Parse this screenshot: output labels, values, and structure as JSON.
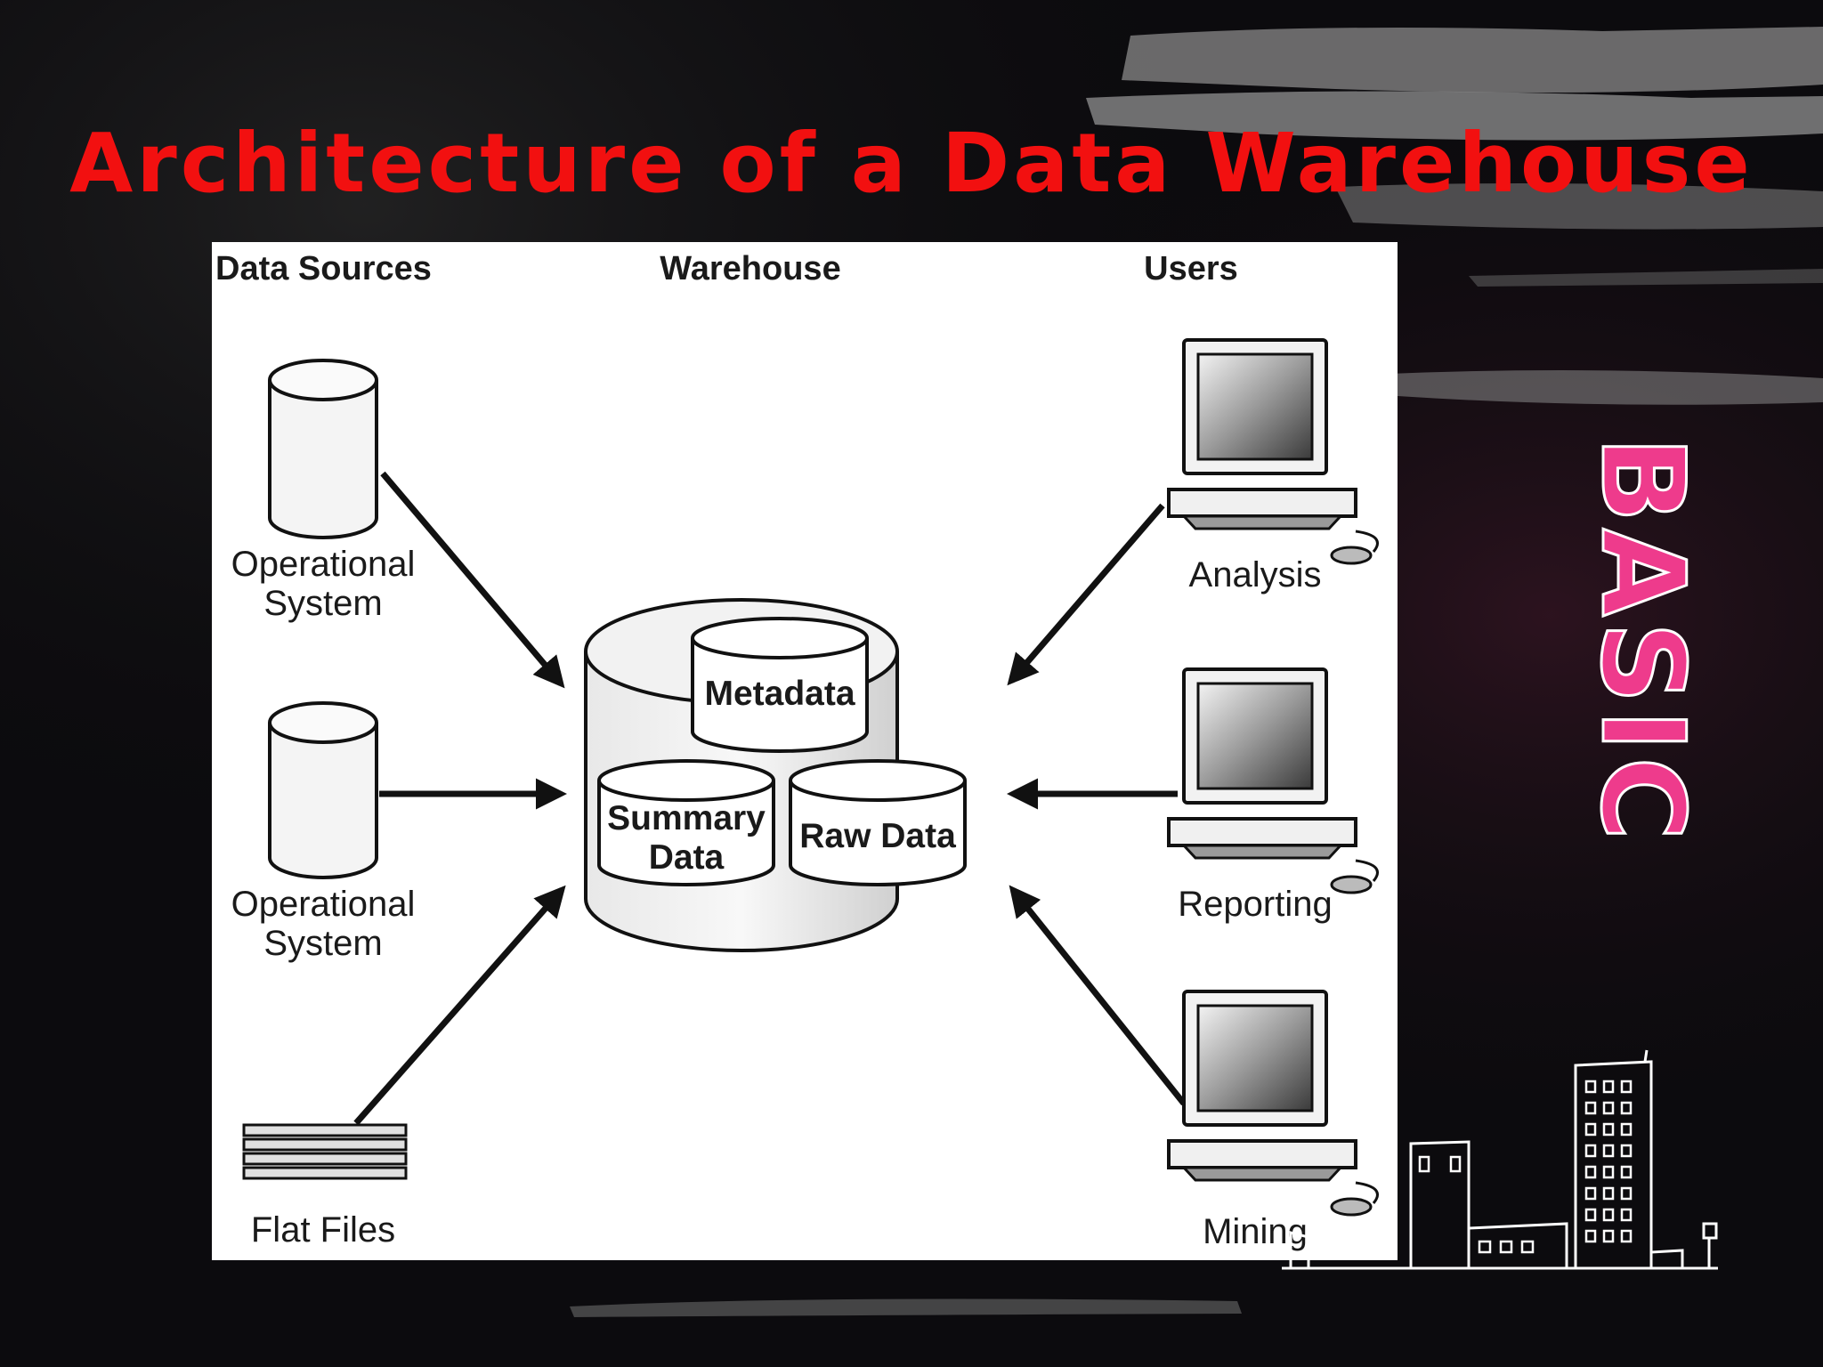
{
  "slide": {
    "title": "Architecture of a Data Warehouse",
    "side_label": "BASIC"
  },
  "diagram": {
    "columns": {
      "sources": "Data Sources",
      "warehouse": "Warehouse",
      "users": "Users"
    },
    "sources": [
      {
        "label_line1": "Operational",
        "label_line2": "System",
        "icon": "database-cylinder-icon"
      },
      {
        "label_line1": "Operational",
        "label_line2": "System",
        "icon": "database-cylinder-icon"
      },
      {
        "label_line1": "Flat Files",
        "label_line2": "",
        "icon": "flat-files-icon"
      }
    ],
    "warehouse_parts": {
      "metadata": "Metadata",
      "summary_line1": "Summary",
      "summary_line2": "Data",
      "raw": "Raw Data"
    },
    "users": [
      {
        "label": "Analysis",
        "icon": "computer-workstation-icon"
      },
      {
        "label": "Reporting",
        "icon": "computer-workstation-icon"
      },
      {
        "label": "Mining",
        "icon": "computer-workstation-icon"
      }
    ]
  },
  "colors": {
    "title": "#f21010",
    "side_label": "#ee3b8c",
    "background": "#0c0b0e"
  }
}
